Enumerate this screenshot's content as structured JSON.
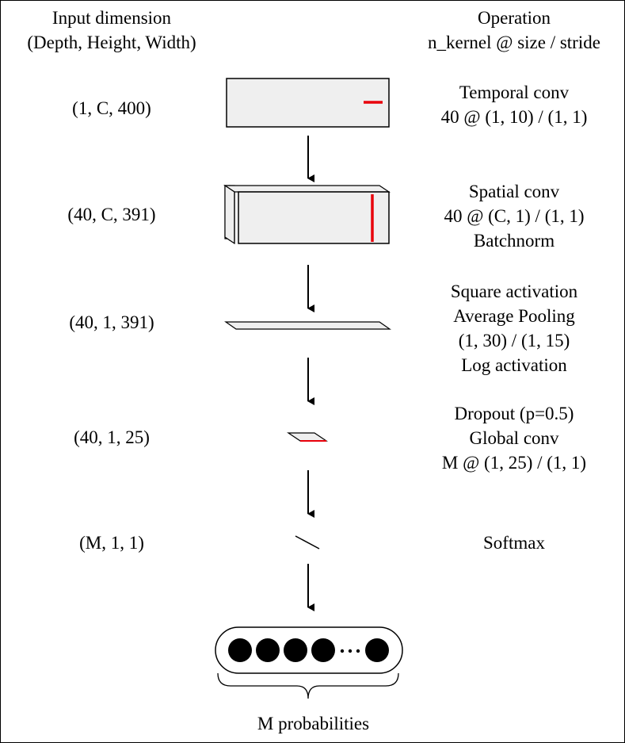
{
  "headers": {
    "input_dimension": [
      "Input dimension",
      "(Depth, Height, Width)"
    ],
    "operation": [
      "Operation",
      "n_kernel @ size / stride"
    ]
  },
  "rows": [
    {
      "dims": "(1, C, 400)",
      "operation": [
        "Temporal conv",
        "40 @ (1, 10) / (1, 1)"
      ]
    },
    {
      "dims": "(40, C, 391)",
      "operation": [
        "Spatial conv",
        "40 @ (C, 1) / (1, 1)",
        "Batchnorm"
      ]
    },
    {
      "dims": "(40, 1, 391)",
      "operation": [
        "Square activation",
        "Average Pooling",
        "(1, 30) / (1, 15)",
        "Log activation"
      ]
    },
    {
      "dims": "(40, 1, 25)",
      "operation": [
        "Dropout (p=0.5)",
        "Global conv",
        "M @ (1, 25) / (1, 1)"
      ]
    },
    {
      "dims": "(M, 1, 1)",
      "operation": [
        "Softmax"
      ]
    }
  ],
  "output": {
    "label": "M probabilities"
  },
  "colors": {
    "block_fill": "#efefef",
    "stroke": "#000000",
    "kernel": "#e8000b"
  }
}
